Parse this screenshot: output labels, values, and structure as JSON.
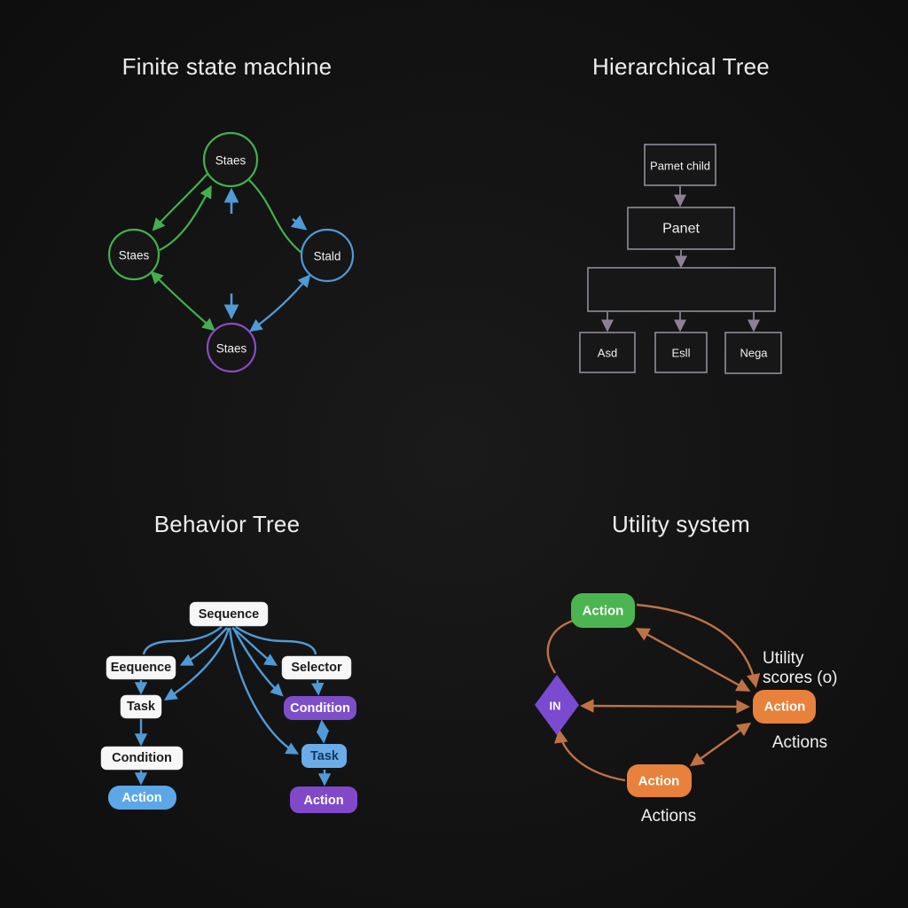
{
  "colors": {
    "background": "#141414",
    "fsm_green": "#43b04c",
    "fsm_blue": "#4f9ad8",
    "fsm_purple": "#8a4cbf",
    "htree_border": "#928c9a",
    "htree_arrow": "#7d7188",
    "btree_arrow": "#4f9ad8",
    "btree_action_blue": "#5ca7e8",
    "btree_task_blue": "#6aace8",
    "btree_condition_purple": "#7d4ec8",
    "btree_action_purple": "#8149c9",
    "utility_green": "#4cb551",
    "utility_purple": "#7a4ad0",
    "utility_orange": "#e8813c",
    "utility_arrow": "#bf7245"
  },
  "fsm": {
    "title": "Finite state machine",
    "nodes": [
      {
        "label": "Staes"
      },
      {
        "label": "Staes"
      },
      {
        "label": "Stald"
      },
      {
        "label": "Staes"
      }
    ]
  },
  "htree": {
    "title": "Hierarchical Tree",
    "root": "Pamet child",
    "parent": "Panet",
    "group": "",
    "children": [
      "Asd",
      "Esll",
      "Nega"
    ]
  },
  "btree": {
    "title": "Behavior Tree",
    "root": "Sequence",
    "left": {
      "branch": "Eequence",
      "task": "Task",
      "condition": "Condition",
      "action": "Action"
    },
    "right": {
      "branch": "Selector",
      "condition": "Condition",
      "task": "Task",
      "action": "Action"
    }
  },
  "utility": {
    "title": "Utility system",
    "action_top": "Action",
    "selector": "IN",
    "action_right": "Action",
    "action_bottom": "Action",
    "label_scores_line1": "Utility",
    "label_scores_line2": "scores (o)",
    "label_actions_right": "Actions",
    "label_actions_bottom": "Actions"
  }
}
